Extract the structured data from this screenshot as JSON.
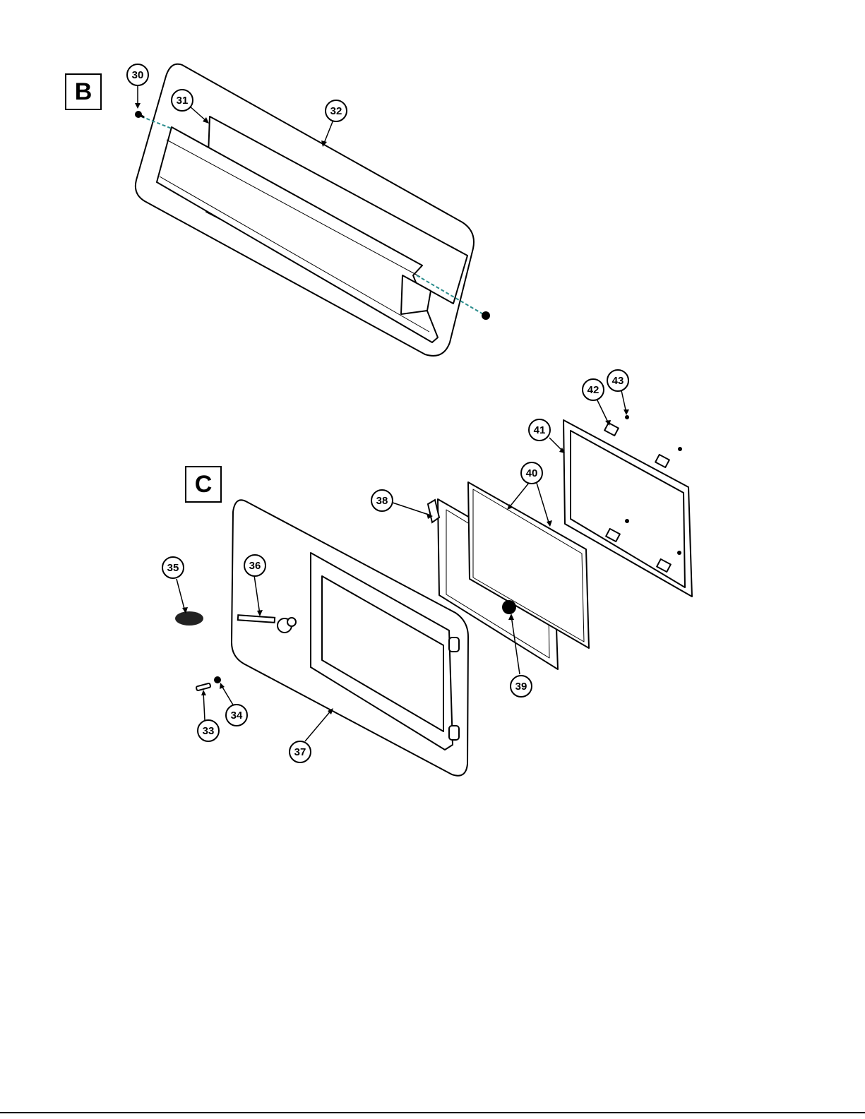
{
  "sections": {
    "b": {
      "label": "B"
    },
    "c": {
      "label": "C"
    }
  },
  "callouts": [
    {
      "id": "c30",
      "label": "30"
    },
    {
      "id": "c31",
      "label": "31"
    },
    {
      "id": "c32",
      "label": "32"
    },
    {
      "id": "c33",
      "label": "33"
    },
    {
      "id": "c34",
      "label": "34"
    },
    {
      "id": "c35",
      "label": "35"
    },
    {
      "id": "c36",
      "label": "36"
    },
    {
      "id": "c37",
      "label": "37"
    },
    {
      "id": "c38",
      "label": "38"
    },
    {
      "id": "c39",
      "label": "39"
    },
    {
      "id": "c40",
      "label": "40"
    },
    {
      "id": "c41",
      "label": "41"
    },
    {
      "id": "c42",
      "label": "42"
    },
    {
      "id": "c43",
      "label": "43"
    }
  ],
  "colors": {
    "line": "#000000",
    "axis_teal": "#2a8c8c",
    "background": "#ffffff"
  }
}
